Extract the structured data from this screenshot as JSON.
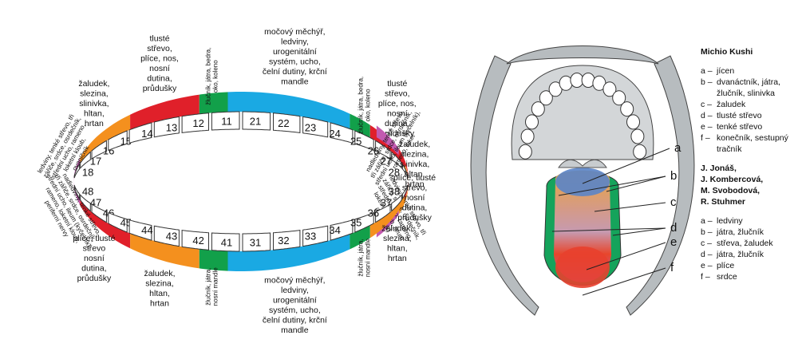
{
  "colors": {
    "violet": "#c25ab0",
    "orange": "#f4901e",
    "red": "#e0202a",
    "green": "#12a04a",
    "blue": "#1aa9e3",
    "gum": "#b7bcbf",
    "tooth_fill": "#ffffff",
    "tooth_line": "#333333"
  },
  "upper": {
    "teeth": [
      "18",
      "17",
      "16",
      "15",
      "14",
      "13",
      "12",
      "11",
      "21",
      "22",
      "23",
      "24",
      "25",
      "26",
      "27",
      "28"
    ],
    "bands": [
      {
        "color": "violet",
        "label": [
          "ledviny, tenké střevo, tři",
          "zářiče, srdce, osrdečník,",
          "střední ucho, rameno,",
          "loketní kloub,",
          "ovaníčník"
        ]
      },
      {
        "color": "orange",
        "label": [
          "žaludek,",
          "slezina,",
          "slinivka,",
          "hltan,",
          "hrtan"
        ]
      },
      {
        "color": "red",
        "label": [
          "tlusté",
          "střevo,",
          "plíce, nos,",
          "nosní",
          "dutina,",
          "průdušky"
        ]
      },
      {
        "color": "green",
        "label": [
          "žlučník, játra, bedra,",
          "oko, koleno"
        ]
      },
      {
        "color": "blue",
        "label": [
          "močový měchýř,",
          "ledviny,",
          "urogenitální",
          "systém, ucho,",
          "čelní dutiny, krční",
          "mandle"
        ]
      },
      {
        "color": "green",
        "label": [
          "žlučník, játra, bedra,",
          "oko, koleno"
        ]
      },
      {
        "color": "red",
        "label": [
          "tlusté",
          "střevo,",
          "plíce, nos,",
          "nosní",
          "dutina,",
          "průdušky"
        ]
      },
      {
        "color": "orange",
        "label": [
          "žaludek,",
          "slezina,",
          "slinivka,",
          "hltan,",
          "hrtan"
        ]
      },
      {
        "color": "violet",
        "label": [
          "ledviny, tenké střevo, tři",
          "zářiče, srdce, osrdečník,",
          "střední ucho, rameno,",
          "loketní kloub, ileum",
          "(kyčelník)"
        ]
      }
    ]
  },
  "lower": {
    "teeth": [
      "48",
      "47",
      "46",
      "45",
      "44",
      "43",
      "42",
      "41",
      "31",
      "32",
      "33",
      "34",
      "35",
      "36",
      "37",
      "38"
    ],
    "bands": [
      {
        "color": "violet",
        "label": [
          "nadledviny, tenké střevo,",
          "tři zářiče, srdce, osrdečník,",
          "střední ucho, ileum (kyčelník),",
          "rameno, loketní kloub,",
          "periferní nervy"
        ]
      },
      {
        "color": "red",
        "label": [
          "plíce, tlusté",
          "střevo",
          "nosní",
          "dutina,",
          "průdušky"
        ]
      },
      {
        "color": "orange",
        "label": [
          "žaludek,",
          "slezina,",
          "hltan,",
          "hrtan"
        ]
      },
      {
        "color": "green",
        "label": [
          "žlučník, játra,",
          "nosní mandle"
        ]
      },
      {
        "color": "blue",
        "label": [
          "močový měchýř,",
          "ledviny,",
          "urogenitální",
          "systém, ucho,",
          "čelní dutiny, krční",
          "mandle"
        ]
      },
      {
        "color": "green",
        "label": [
          "žlučník, játra,",
          "nosní mandle"
        ]
      },
      {
        "color": "orange",
        "label": [
          "žaludek,",
          "slezina,",
          "hltan,",
          "hrtan"
        ]
      },
      {
        "color": "red",
        "label": [
          "plíce, tlusté",
          "střevo,",
          "nosní",
          "dutina,",
          "průdušky"
        ]
      },
      {
        "color": "violet",
        "label": [
          "nadledviny, tenké střevo,",
          "tři zářiče, srdce, osrdečník,",
          "střední ucho, ileum (kyčelník),",
          "rameno, loket"
        ]
      }
    ]
  },
  "tongue": {
    "zone_colors": {
      "a": "#5a84c8",
      "b": "#e8a244",
      "c": "#c79a9e",
      "d": "#15a35b",
      "e": "#e8402e",
      "f": "#a45cb4"
    },
    "letters": [
      "a",
      "b",
      "c",
      "d",
      "e",
      "f"
    ]
  },
  "legend": {
    "title1": "Michio Kushi",
    "items1": [
      {
        "k": "a –",
        "v": "jícen"
      },
      {
        "k": "b –",
        "v": "dvanáctník, játra, žlučník, slinivka"
      },
      {
        "k": "c –",
        "v": "žaludek"
      },
      {
        "k": "d –",
        "v": "tlusté střevo"
      },
      {
        "k": "e –",
        "v": "tenké střevo"
      },
      {
        "k": "f –",
        "v": "konečník, sestupný tračník"
      }
    ],
    "title2": [
      "J. Jonáš,",
      "J. Kombercová,",
      "M. Svobodová,",
      "R. Stuhmer"
    ],
    "items2": [
      {
        "k": "a –",
        "v": "ledviny"
      },
      {
        "k": "b –",
        "v": "játra, žlučník"
      },
      {
        "k": "c –",
        "v": "střeva, žaludek"
      },
      {
        "k": "d –",
        "v": "játra, žlučník"
      },
      {
        "k": "e –",
        "v": "plíce"
      },
      {
        "k": "f –",
        "v": "srdce"
      }
    ]
  }
}
